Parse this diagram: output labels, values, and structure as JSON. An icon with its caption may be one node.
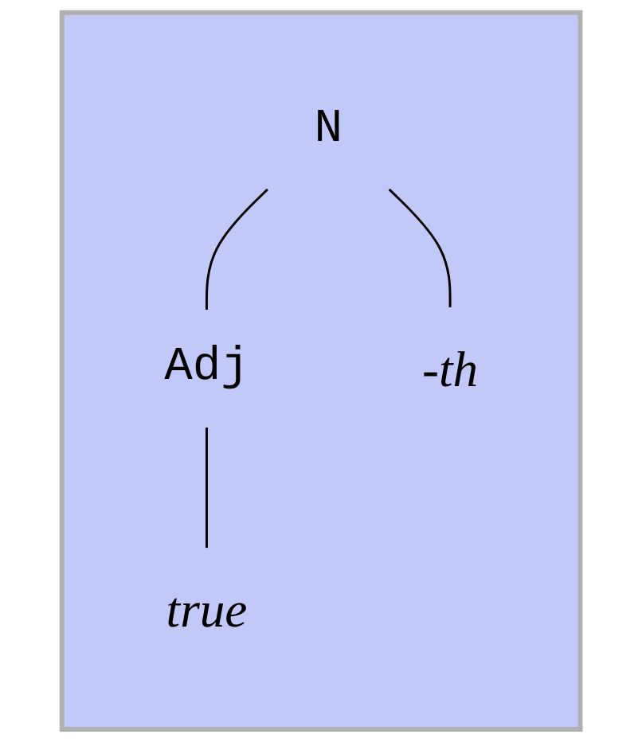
{
  "diagram": {
    "nodes": [
      {
        "text": [],
        "shape": "box"
      },
      {
        "text": [
          "N"
        ],
        "in": 0
      },
      {
        "text": [
          "Adj"
        ],
        "in": 0
      },
      {
        "text": [
          "-th"
        ],
        "in": 0
      },
      {
        "text": [
          "true"
        ],
        "in": 0
      }
    ],
    "edges": [
      {
        "from": 1,
        "to": 2,
        "arrow": "none"
      },
      {
        "from": 1,
        "to": 3,
        "arrow": "none"
      },
      {
        "from": 2,
        "to": 4,
        "arrow": "none"
      }
    ]
  }
}
